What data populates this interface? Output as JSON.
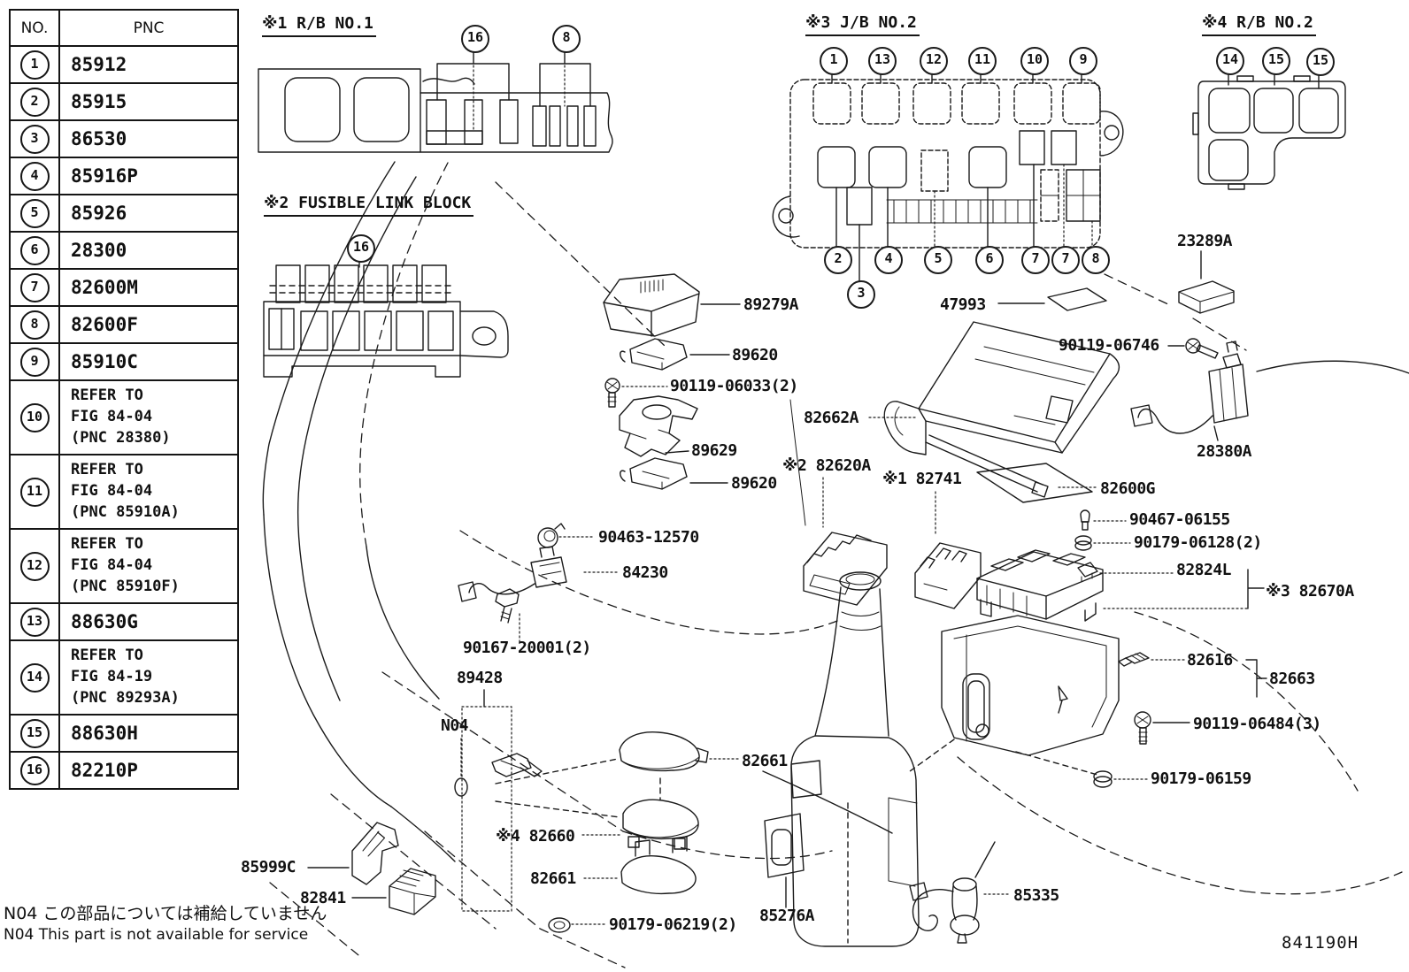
{
  "page": {
    "footer_code": "841190H"
  },
  "notes": {
    "jp": "N04 この部品については補給していません",
    "en": "N04 This part is not available for service"
  },
  "table": {
    "col_no": "NO.",
    "col_pnc": "PNC",
    "rows": [
      {
        "no": "1",
        "pnc": "85912"
      },
      {
        "no": "2",
        "pnc": "85915"
      },
      {
        "no": "3",
        "pnc": "86530"
      },
      {
        "no": "4",
        "pnc": "85916P"
      },
      {
        "no": "5",
        "pnc": "85926"
      },
      {
        "no": "6",
        "pnc": "28300"
      },
      {
        "no": "7",
        "pnc": "82600M"
      },
      {
        "no": "8",
        "pnc": "82600F"
      },
      {
        "no": "9",
        "pnc": "85910C"
      },
      {
        "no": "10",
        "pnc": "REFER TO\nFIG 84-04\n(PNC 28380)"
      },
      {
        "no": "11",
        "pnc": "REFER TO\nFIG 84-04\n(PNC 85910A)"
      },
      {
        "no": "12",
        "pnc": "REFER TO\nFIG 84-04\n(PNC 85910F)"
      },
      {
        "no": "13",
        "pnc": "88630G"
      },
      {
        "no": "14",
        "pnc": "REFER TO\nFIG 84-19\n(PNC 89293A)"
      },
      {
        "no": "15",
        "pnc": "88630H"
      },
      {
        "no": "16",
        "pnc": "82210P"
      }
    ]
  },
  "sections": {
    "rb1": "※1 R/B NO.1",
    "fusible": "※2 FUSIBLE LINK BLOCK",
    "jb2": "※3 J/B NO.2",
    "rb2": "※4 R/B NO.2"
  },
  "callouts": {
    "rb1": [
      "16",
      "8"
    ],
    "fusible": [
      "16"
    ],
    "jb2_top": [
      "1",
      "13",
      "12",
      "11",
      "10",
      "9"
    ],
    "jb2_bottom": [
      "2",
      "4",
      "5",
      "6",
      "7",
      "7",
      "8"
    ],
    "jb2_extra": [
      "3"
    ],
    "rb2": [
      "14",
      "15",
      "15"
    ]
  },
  "labels": [
    {
      "text": "89279A"
    },
    {
      "text": "89620"
    },
    {
      "text": "90119-06033(2)"
    },
    {
      "text": "89629"
    },
    {
      "text": "89620"
    },
    {
      "text": "82662A"
    },
    {
      "text": "※2 82620A"
    },
    {
      "text": "※1 82741"
    },
    {
      "text": "47993"
    },
    {
      "text": "90119-06746"
    },
    {
      "text": "23289A"
    },
    {
      "text": "28380A"
    },
    {
      "text": "82600G"
    },
    {
      "text": "90467-06155"
    },
    {
      "text": "90179-06128(2)"
    },
    {
      "text": "82824L"
    },
    {
      "text": "※3 82670A"
    },
    {
      "text": "82616"
    },
    {
      "text": "82663"
    },
    {
      "text": "90119-06484(3)"
    },
    {
      "text": "90179-06159"
    },
    {
      "text": "90463-12570"
    },
    {
      "text": "84230"
    },
    {
      "text": "90167-20001(2)"
    },
    {
      "text": "89428"
    },
    {
      "text": "N04"
    },
    {
      "text": "82661"
    },
    {
      "text": "※4 82660"
    },
    {
      "text": "82661"
    },
    {
      "text": "90179-06219(2)"
    },
    {
      "text": "85276A"
    },
    {
      "text": "85999C"
    },
    {
      "text": "82841"
    },
    {
      "text": "85335"
    }
  ]
}
